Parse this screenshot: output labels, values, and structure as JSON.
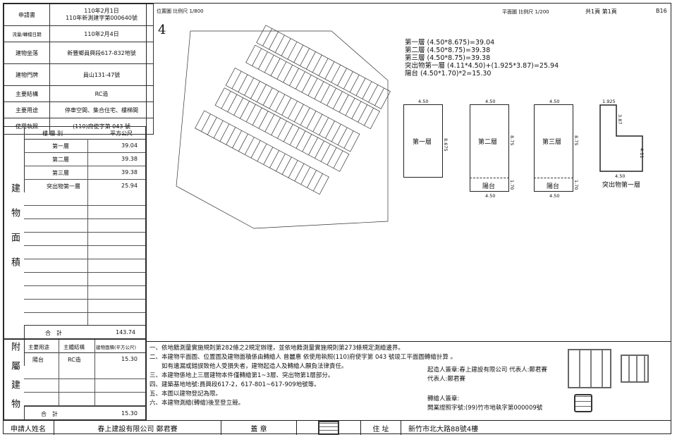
{
  "info": [
    {
      "label": "申請書",
      "value": "110年2月1日\n110年新測建字第000640號"
    },
    {
      "label": "流量/轉檔日期",
      "value": "110年2月4日"
    },
    {
      "label": "建物坐落",
      "value": "新豐鄉員興段617-832地號"
    },
    {
      "label": "建物門牌",
      "value": "員山131-47號"
    },
    {
      "label": "主要結構",
      "value": "RC造"
    },
    {
      "label": "主要用途",
      "value": "停車空間、集合住宅、樓梯間"
    },
    {
      "label": "使用執照",
      "value": "(110)府使字第 043 號"
    }
  ],
  "area": {
    "side_label": "建物面積",
    "header": {
      "floor": "樓 層 別",
      "unit": "平方公尺"
    },
    "rows": [
      {
        "floor": "第一層",
        "value": "39.04"
      },
      {
        "floor": "第二層",
        "value": "39.38"
      },
      {
        "floor": "第三層",
        "value": "39.38"
      },
      {
        "floor": "突出物第一層",
        "value": "25.94"
      }
    ],
    "total_label": "合　計",
    "total": "143.74"
  },
  "annex": {
    "side_label": "附屬建物",
    "header": {
      "use": "主要用途",
      "struct": "主體結構",
      "area": "建物面積(平方公尺)"
    },
    "row": {
      "use": "陽台",
      "struct": "RC造",
      "area": "15.30"
    },
    "total_label": "合　計",
    "total": "15.30"
  },
  "map": {
    "title": "位置圖 比例尺 1/800",
    "north": "4",
    "plan_title": "平面圖 比例尺 1/200",
    "page": "共1頁 第1頁",
    "code": "B16"
  },
  "calc": [
    "第一層 (4.50*8.675)=39.04",
    "第二層 (4.50*8.75)=39.38",
    "第三層 (4.50*8.75)=39.38",
    "突出物第一層 (4.11*4.50)+(1.925*3.87)=25.94",
    "陽台 (4.50*1.70)*2=15.30"
  ],
  "plans": {
    "f1": {
      "label": "第一層",
      "w": "4.50",
      "h": "8.675"
    },
    "f2": {
      "label": "第二層",
      "w": "4.50",
      "h": "8.75",
      "bal": "陽台",
      "bh": "1.70",
      "bw": "4.50"
    },
    "f3": {
      "label": "第三層",
      "w": "4.50",
      "h": "8.75",
      "bal": "陽台",
      "bh": "1.70",
      "bw": "4.50"
    },
    "p1": {
      "label": "突出物第一層",
      "w1": "1.925",
      "h1": "3.87",
      "h2": "4.11",
      "w2": "4.50"
    }
  },
  "notes": [
    "一、依地籍測量實施規則第282條之2規定辦理，並依地籍測量實施規則第273條規定測繪邊界。",
    "二、本建物平面圖、位置圖及建物面積係由轉繪人 曾麗惠 依使用執照(110)府使字第 043 號竣工平面圖轉繪計算 。",
    "　　如有遺漏或錯誤致他人受損失者，建物起造人及轉繪人願負法律責任。",
    "三、本建物係地上三層建物本件僅轉繪第1~3層、突出物第1層部分。",
    "四、建築基地地號:員興段617-2，617-801~617-909地號等。",
    "五、本圖以建物登記為限。",
    "六、本建物測繪(轉繪)後至登立競。"
  ],
  "signers": {
    "builder": "起造人簽章:春上建設有限公司 代表人:鄭君賽",
    "rep": "代表人:鄭君賽",
    "drafter_title": "轉繪人簽章:",
    "drafter": "開業證照字號:(99)竹市地執字第000009號"
  },
  "bottom": {
    "applicant_label": "申請人姓名",
    "applicant": "春上建設有限公司 鄭君賽",
    "seal_label": "蓋 章",
    "addr_label": "住 址",
    "addr": "新竹市北大路88號4樓"
  }
}
